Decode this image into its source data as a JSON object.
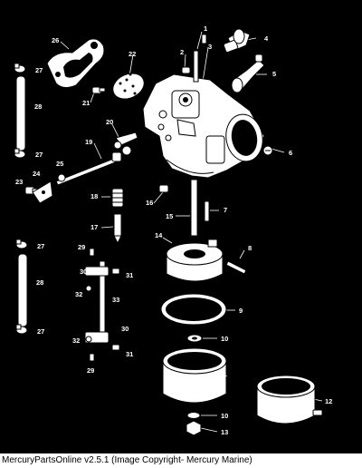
{
  "diagram": {
    "callouts": [
      {
        "id": "1",
        "text": "1"
      },
      {
        "id": "2",
        "text": "2"
      },
      {
        "id": "3",
        "text": "3"
      },
      {
        "id": "4",
        "text": "4"
      },
      {
        "id": "5",
        "text": "5"
      },
      {
        "id": "6",
        "text": "6"
      },
      {
        "id": "7",
        "text": "7"
      },
      {
        "id": "8",
        "text": "8"
      },
      {
        "id": "9",
        "text": "9"
      },
      {
        "id": "10a",
        "text": "10"
      },
      {
        "id": "10b",
        "text": "10"
      },
      {
        "id": "11",
        "text": "11"
      },
      {
        "id": "12",
        "text": "12"
      },
      {
        "id": "13",
        "text": "13"
      },
      {
        "id": "14",
        "text": "14"
      },
      {
        "id": "15",
        "text": "15"
      },
      {
        "id": "16",
        "text": "16"
      },
      {
        "id": "17",
        "text": "17"
      },
      {
        "id": "18",
        "text": "18"
      },
      {
        "id": "19",
        "text": "19"
      },
      {
        "id": "20",
        "text": "20"
      },
      {
        "id": "21",
        "text": "21"
      },
      {
        "id": "22",
        "text": "22"
      },
      {
        "id": "23",
        "text": "23"
      },
      {
        "id": "24",
        "text": "24"
      },
      {
        "id": "25",
        "text": "25"
      },
      {
        "id": "26",
        "text": "26"
      },
      {
        "id": "27a",
        "text": "27"
      },
      {
        "id": "27b",
        "text": "27"
      },
      {
        "id": "27c",
        "text": "27"
      },
      {
        "id": "27d",
        "text": "27"
      },
      {
        "id": "28a",
        "text": "28"
      },
      {
        "id": "28b",
        "text": "28"
      },
      {
        "id": "29a",
        "text": "29"
      },
      {
        "id": "29b",
        "text": "29"
      },
      {
        "id": "30a",
        "text": "30"
      },
      {
        "id": "30b",
        "text": "30"
      },
      {
        "id": "31a",
        "text": "31"
      },
      {
        "id": "31b",
        "text": "31"
      },
      {
        "id": "32a",
        "text": "32"
      },
      {
        "id": "32b",
        "text": "32"
      },
      {
        "id": "33",
        "text": "33"
      }
    ]
  },
  "caption": "MercuryPartsOnline v2.5.1 (Image Copyright- Mercury Marine)"
}
